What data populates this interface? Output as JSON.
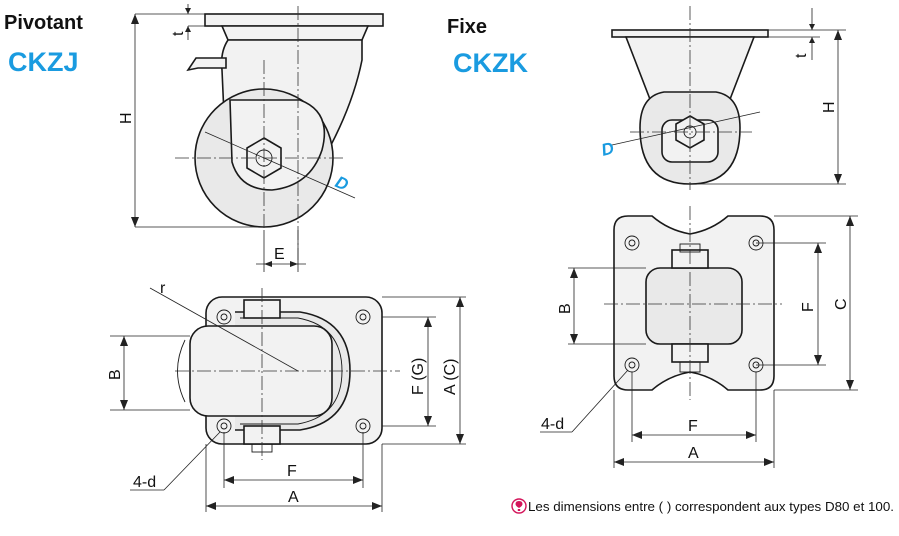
{
  "titles": {
    "swivel_label": "Pivotant",
    "swivel_code": "CKZJ",
    "fixed_label": "Fixe",
    "fixed_code": "CKZK"
  },
  "dimensions": {
    "t": "t",
    "H": "H",
    "D": "D",
    "E": "E",
    "r": "r",
    "B": "B",
    "F": "F",
    "A": "A",
    "FG": "F (G)",
    "AC": "A (C)",
    "C": "C",
    "d4": "4-d"
  },
  "note": {
    "text": "Les dimensions entre ( ) correspondent aux types D80 et 100."
  },
  "colors": {
    "accent": "#1a9be0",
    "note_icon": "#d4145a"
  }
}
